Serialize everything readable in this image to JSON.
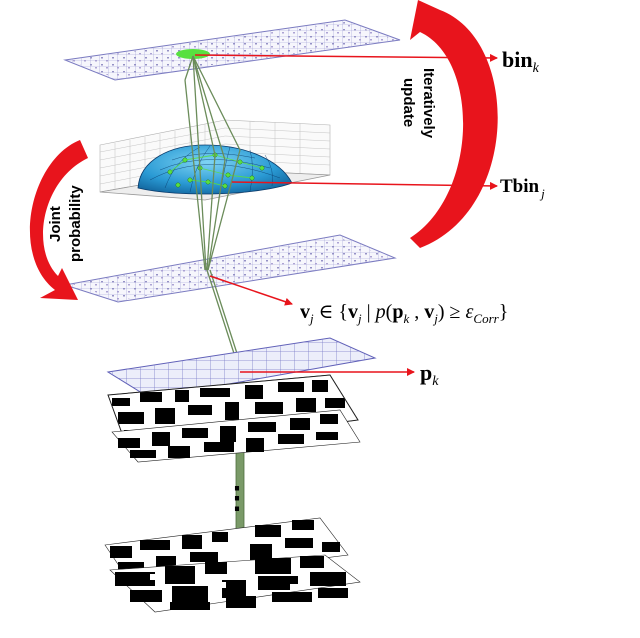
{
  "labels": {
    "bin": {
      "main": "bin",
      "sub": "k"
    },
    "tbin": {
      "main": "Tbin",
      "sub": "j"
    },
    "v": {
      "parts": [
        "v",
        "j",
        " ∈ {",
        "v",
        "j",
        " | ",
        "p",
        "(",
        "p",
        "k",
        " , ",
        "v",
        "j",
        ") ≥ ",
        "ε",
        "Corr",
        "}"
      ]
    },
    "p": {
      "main": "p",
      "sub": "k"
    }
  },
  "arrows": {
    "iterative": {
      "line1": "Iteratively",
      "line2": "update"
    },
    "joint": {
      "line1": "Joint",
      "line2": "probability"
    }
  },
  "ellipsis": "⋮",
  "colors": {
    "pointer": "#e8141c",
    "curved_arrow": "#e8141c",
    "grid_line": "#8c8cc8",
    "grid_bg": "#f4f4fb",
    "connector": "#6b8c5a",
    "dome": "#2aa0d8",
    "dome_mesh": "#0a3a6a",
    "highlight": "#58e040"
  }
}
